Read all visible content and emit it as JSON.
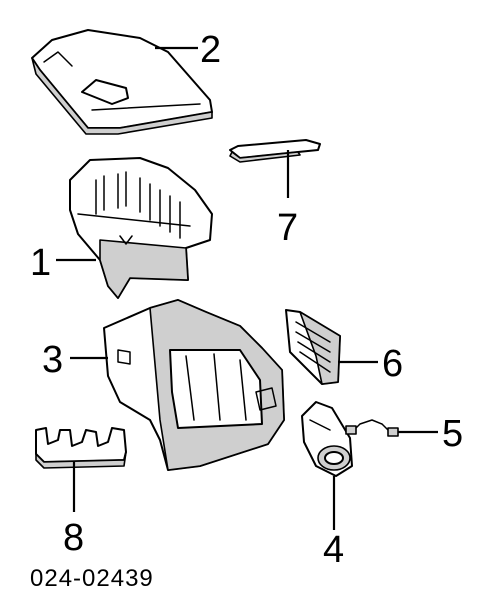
{
  "callouts": {
    "c1": "1",
    "c2": "2",
    "c3": "3",
    "c4": "4",
    "c5": "5",
    "c6": "6",
    "c7": "7",
    "c8": "8"
  },
  "diagram_code": "024-02439"
}
